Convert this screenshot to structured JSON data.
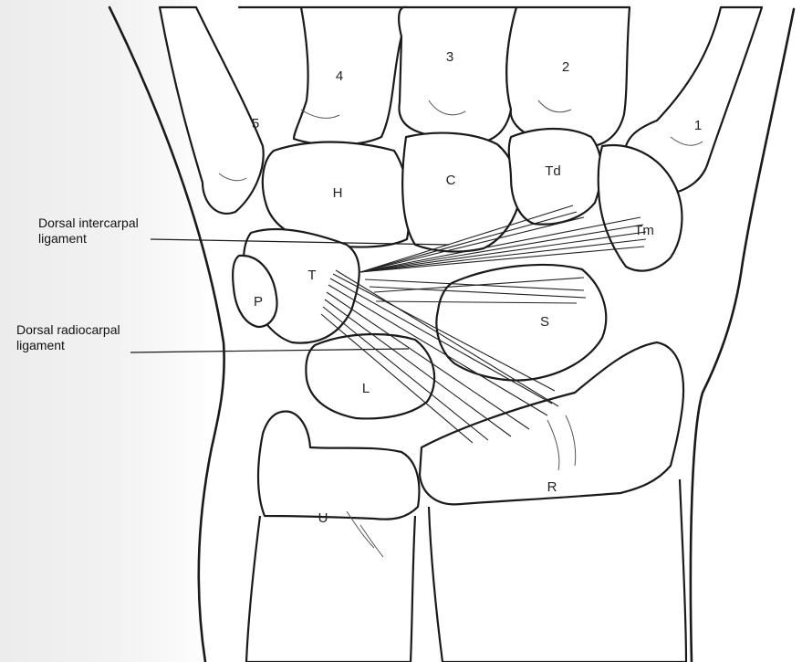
{
  "callouts": {
    "intercarpal": {
      "line1": "Dorsal intercarpal",
      "line2": "ligament"
    },
    "radiocarpal": {
      "line1": "Dorsal radiocarpal",
      "line2": "ligament"
    }
  },
  "bone_labels": {
    "metacarpal_5": "5",
    "metacarpal_4": "4",
    "metacarpal_3": "3",
    "metacarpal_2": "2",
    "metacarpal_1": "1",
    "hamate": "H",
    "capitate": "C",
    "trapezoid": "Td",
    "trapezium": "Tm",
    "triquetrum": "T",
    "pisiform": "P",
    "scaphoid": "S",
    "lunate": "L",
    "radius": "R",
    "ulna": "U"
  },
  "colors": {
    "line": "#1a1a1a",
    "background": "#ffffff",
    "shade": "#ececec"
  }
}
